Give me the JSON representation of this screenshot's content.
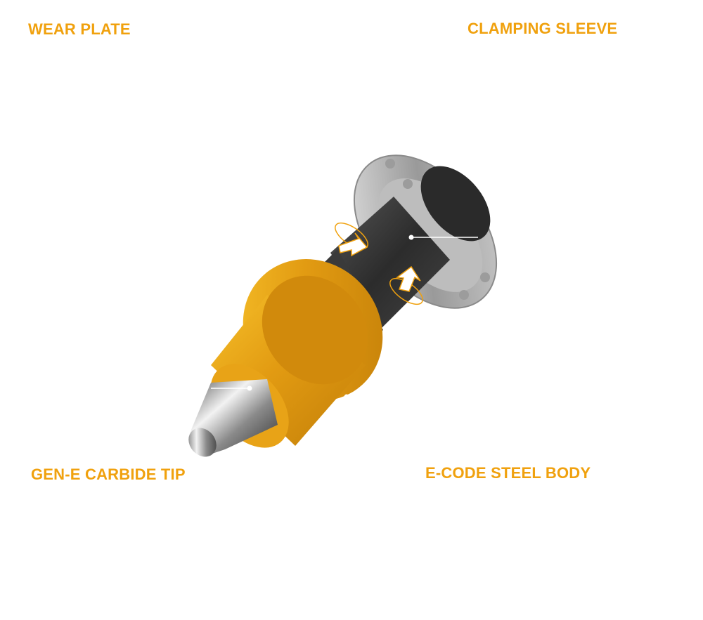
{
  "colors": {
    "label": "#f0a10e",
    "body_yellow": "#eba21a",
    "dark_shank": "#3b3b3b",
    "carbide": "#c8c8c8",
    "sleeve": "#a9a9a9",
    "arrow_outline": "#f0a10e"
  },
  "labels": {
    "wear_plate": "WEAR PLATE",
    "clamping_sleeve": "CLAMPING SLEEVE",
    "carbide_tip": "GEN-E CARBIDE TIP",
    "steel_body": "E-CODE STEEL BODY"
  },
  "icons": {
    "rotation_arrow_upper": "rotation-arrow-icon",
    "rotation_arrow_lower": "rotation-arrow-icon"
  }
}
